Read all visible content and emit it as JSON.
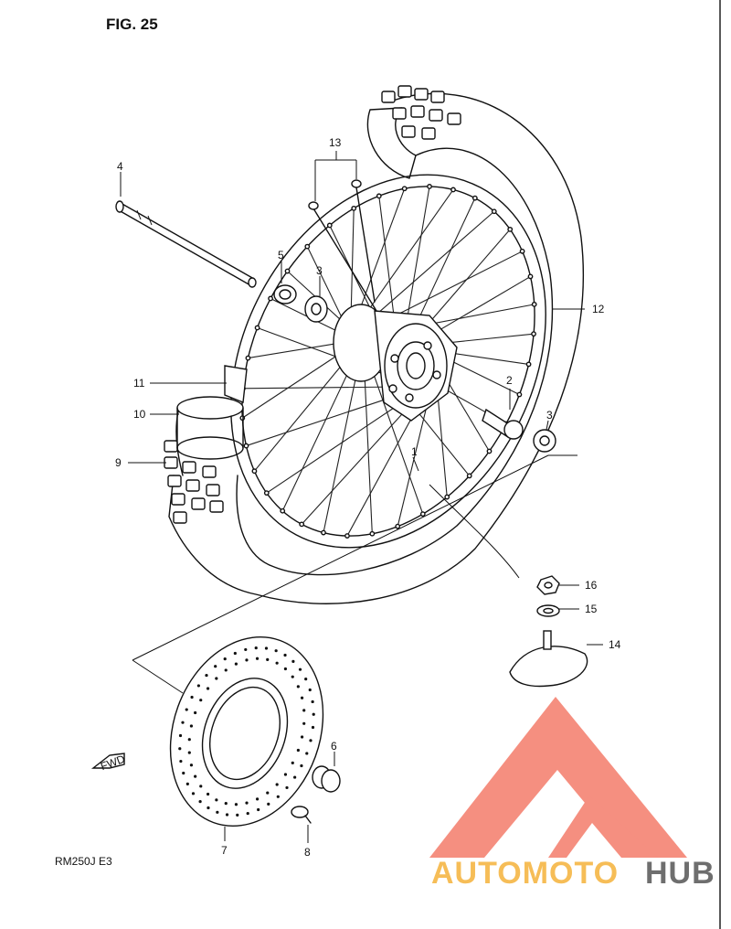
{
  "figure": {
    "title": "FIG. 25",
    "model": "RM250J  E3"
  },
  "callouts": [
    {
      "id": "c1",
      "label": "1"
    },
    {
      "id": "c2",
      "label": "2"
    },
    {
      "id": "c3a",
      "label": "3"
    },
    {
      "id": "c3b",
      "label": "3"
    },
    {
      "id": "c4",
      "label": "4"
    },
    {
      "id": "c5",
      "label": "5"
    },
    {
      "id": "c6",
      "label": "6"
    },
    {
      "id": "c7",
      "label": "7"
    },
    {
      "id": "c8",
      "label": "8"
    },
    {
      "id": "c9",
      "label": "9"
    },
    {
      "id": "c10",
      "label": "10"
    },
    {
      "id": "c11",
      "label": "11"
    },
    {
      "id": "c12",
      "label": "12"
    },
    {
      "id": "c13",
      "label": "13"
    },
    {
      "id": "c14",
      "label": "14"
    },
    {
      "id": "c15",
      "label": "15"
    },
    {
      "id": "c16",
      "label": "16"
    }
  ],
  "fwd_arrow": {
    "label": "FWD"
  },
  "watermark": {
    "part1": "AUTOMOTO",
    "part2": "HUB",
    "color_primary": "#f47c6b",
    "color_secondary": "#f5b23a",
    "color_dark": "#555555"
  }
}
